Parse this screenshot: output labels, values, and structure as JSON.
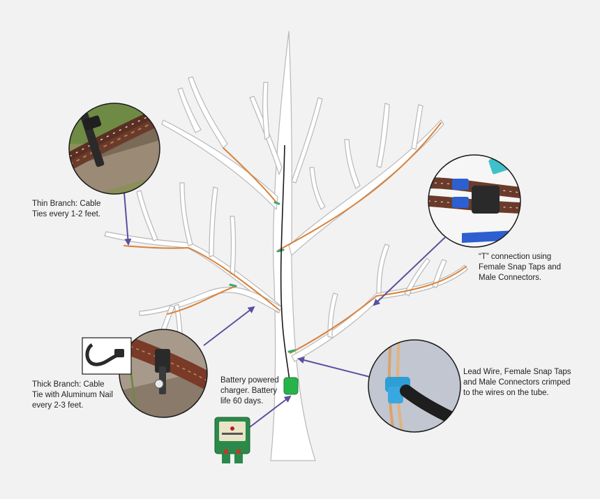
{
  "labels": {
    "thin_branch": "Thin Branch: Cable\nTies every 1-2 feet.",
    "thick_branch": "Thick Branch: Cable\nTie with Aluminum Nail\nevery 2-3 feet.",
    "battery": "Battery powered\ncharger. Battery\nlife 60 days.",
    "t_connection": "“T” connection using\nFemale Snap Taps and\nMale Connectors.",
    "lead_wire": "Lead Wire, Female Snap Taps\nand Male Connectors crimped\nto the wires on the tube."
  },
  "colors": {
    "background": "#f2f2f2",
    "tree_fill": "#ffffff",
    "tree_outline": "#b8b8b8",
    "wire_orange": "#d9823b",
    "lead_wire_dark": "#1a1a1a",
    "junction_green": "#3aa76d",
    "arrow_purple": "#5b4fa0",
    "charger_green": "#2b8a4a",
    "text": "#222222"
  },
  "icons": {
    "charger_box": "charger-box-icon",
    "thin_branch_photo": "cable-tie-photo-icon",
    "thick_branch_photo": "cable-tie-nail-photo-icon",
    "cable_tie": "cable-tie-icon",
    "t_connection_photo": "snap-tap-photo-icon",
    "lead_wire_photo": "lead-wire-photo-icon"
  }
}
